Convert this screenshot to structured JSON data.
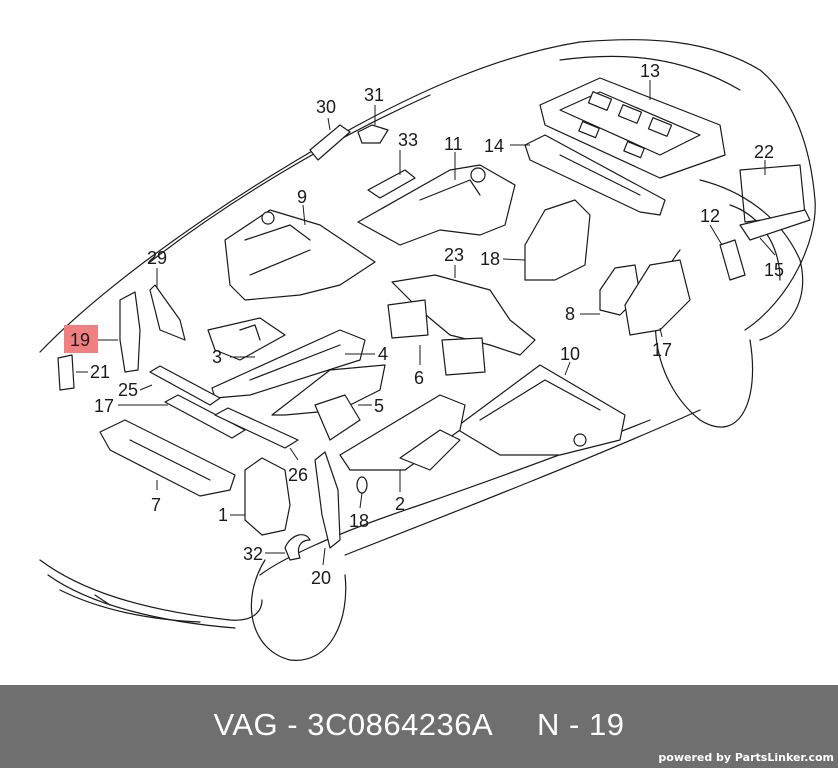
{
  "diagram": {
    "highlight_color": "#f08080",
    "callouts": [
      {
        "id": "c13",
        "label": "13"
      },
      {
        "id": "c30",
        "label": "30"
      },
      {
        "id": "c31",
        "label": "31"
      },
      {
        "id": "c33",
        "label": "33"
      },
      {
        "id": "c11",
        "label": "11"
      },
      {
        "id": "c14",
        "label": "14"
      },
      {
        "id": "c22",
        "label": "22"
      },
      {
        "id": "c9",
        "label": "9"
      },
      {
        "id": "c12",
        "label": "12"
      },
      {
        "id": "c29",
        "label": "29"
      },
      {
        "id": "c23",
        "label": "23"
      },
      {
        "id": "c18a",
        "label": "18"
      },
      {
        "id": "c15",
        "label": "15"
      },
      {
        "id": "c19",
        "label": "19"
      },
      {
        "id": "c8",
        "label": "8"
      },
      {
        "id": "c21",
        "label": "21"
      },
      {
        "id": "c3",
        "label": "3"
      },
      {
        "id": "c4",
        "label": "4"
      },
      {
        "id": "c17a",
        "label": "17"
      },
      {
        "id": "c10",
        "label": "10"
      },
      {
        "id": "c25",
        "label": "25"
      },
      {
        "id": "c6",
        "label": "6"
      },
      {
        "id": "c17b",
        "label": "17"
      },
      {
        "id": "c5",
        "label": "5"
      },
      {
        "id": "c26",
        "label": "26"
      },
      {
        "id": "c7",
        "label": "7"
      },
      {
        "id": "c2",
        "label": "2"
      },
      {
        "id": "c1",
        "label": "1"
      },
      {
        "id": "c18b",
        "label": "18"
      },
      {
        "id": "c32",
        "label": "32"
      },
      {
        "id": "c20",
        "label": "20"
      }
    ]
  },
  "footer": {
    "part_code": "VAG - 3C0864236A     N - 19",
    "powered_by": "powered by PartsLinker.com"
  }
}
